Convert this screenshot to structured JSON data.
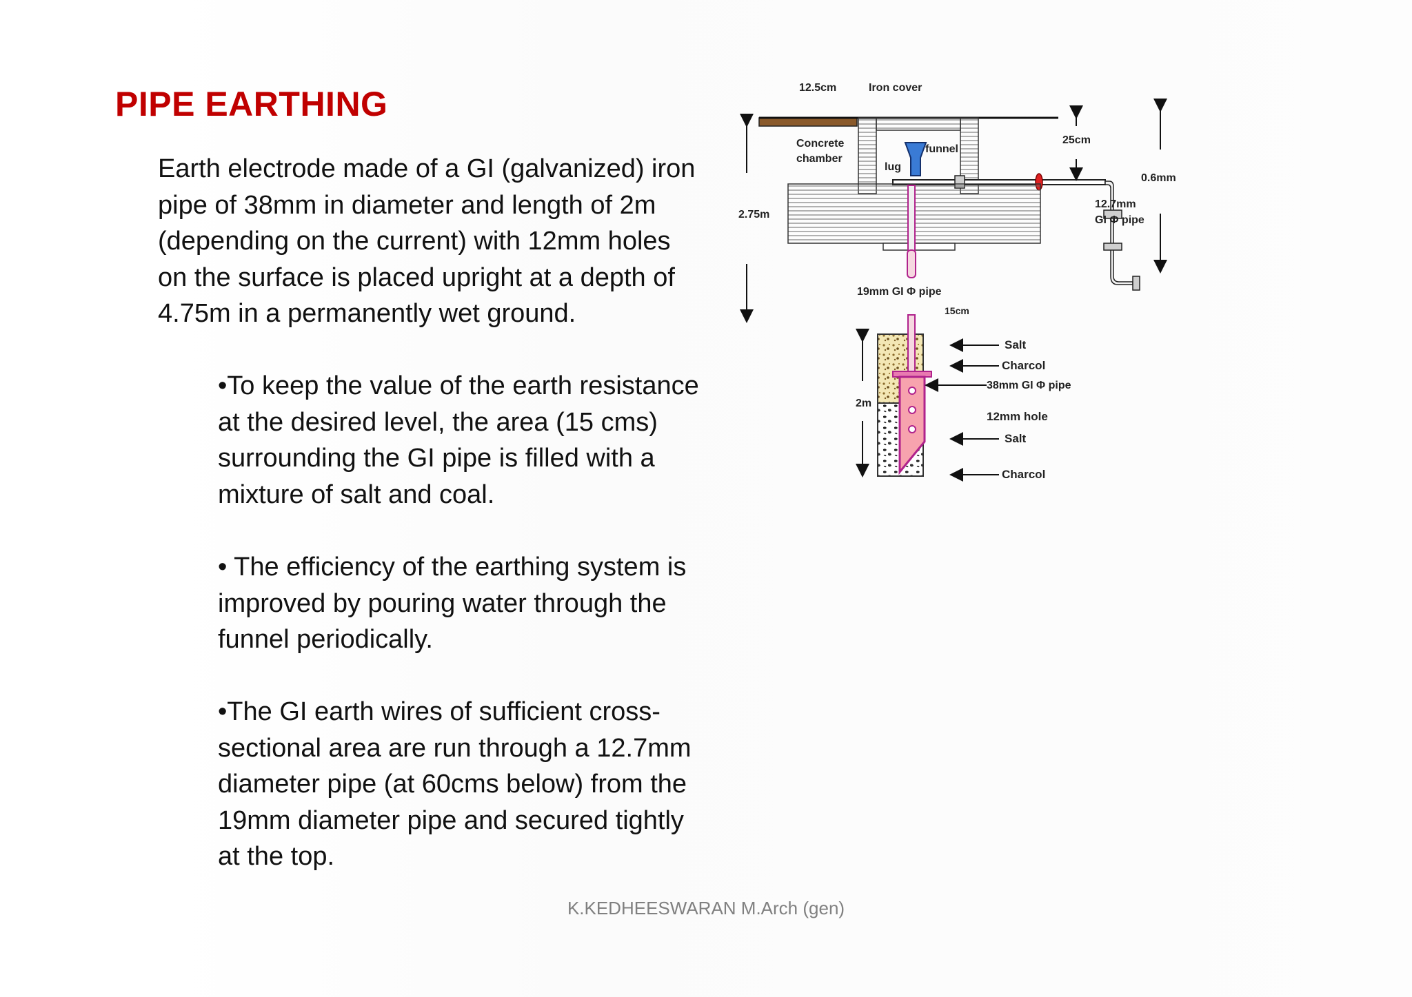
{
  "slide": {
    "title": "PIPE EARTHING",
    "intro": "Earth electrode made of a GI (galvanized) iron\npipe of 38mm in diameter and length of 2m\n(depending on the current) with 12mm holes\non the surface is placed upright at a depth of\n4.75m in a permanently wet ground.",
    "bullets": [
      "•To keep the value of the earth resistance\nat the desired level, the area (15 cms)\nsurrounding the GI pipe is filled with a\nmixture of salt and coal.",
      "• The efficiency of the earthing system is\nimproved by pouring water through the\nfunnel periodically.",
      "•The GI earth wires of sufficient cross-\nsectional area are run through a 12.7mm\ndiameter pipe (at 60cms below) from the\n19mm diameter pipe and secured tightly\nat the top."
    ],
    "footer": "K.KEDHEESWARAN M.Arch (gen)"
  },
  "diagram": {
    "labels": {
      "cover_width": "12.5cm",
      "iron_cover": "Iron cover",
      "concrete_1": "Concrete",
      "concrete_2": "chamber",
      "funnel": "funnel",
      "lug": "lug",
      "depth_25": "25cm",
      "dim_06": "0.6mm",
      "pipe127_1": "12.7mm",
      "pipe127_2": "GI Φ pipe",
      "depth_275": "2.75m",
      "pipe19": "19mm GI Φ pipe",
      "width_15": "15cm",
      "salt_top": "Salt",
      "charcol_top": "Charcol",
      "pipe38": "38mm GI Φ pipe",
      "hole12": "12mm hole",
      "salt_bottom": "Salt",
      "charcol_bottom": "Charcol",
      "length_2m": "2m"
    },
    "colors": {
      "electrode_fill": "#f7a3ae",
      "electrode_stroke": "#b0228c",
      "fill_sand": "#f3e7b5",
      "cover_wood": "#8a5a2b",
      "valve_red": "#e02020",
      "funnel_blue": "#3a7bd5"
    }
  }
}
